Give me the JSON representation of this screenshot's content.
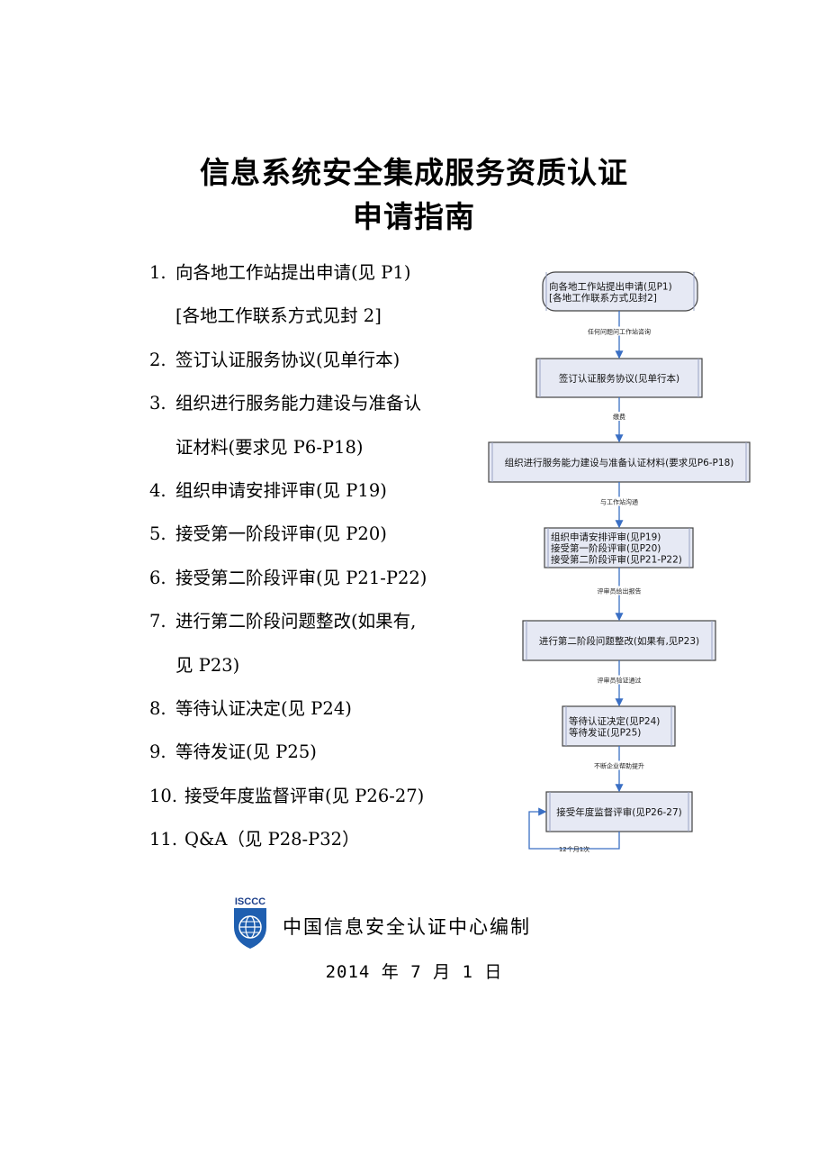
{
  "title": {
    "line1": "信息系统安全集成服务资质认证",
    "line2": "申请指南"
  },
  "steps": [
    {
      "num": "1.",
      "text": "向各地工作站提出申请(见 P1)"
    },
    {
      "cont": "[各地工作联系方式见封 2]"
    },
    {
      "num": "2.",
      "text": "签订认证服务协议(见单行本)"
    },
    {
      "num": "3.",
      "text": "组织进行服务能力建设与准备认"
    },
    {
      "cont": "证材料(要求见 P6-P18)"
    },
    {
      "num": "4.",
      "text": "组织申请安排评审(见 P19)"
    },
    {
      "num": "5.",
      "text": "接受第一阶段评审(见 P20)"
    },
    {
      "num": "6.",
      "text": "接受第二阶段评审(见 P21-P22)"
    },
    {
      "num": "7.",
      "text": "进行第二阶段问题整改(如果有,"
    },
    {
      "cont": "见 P23)"
    },
    {
      "num": "8.",
      "text": "等待认证决定(见 P24)"
    },
    {
      "num": "9.",
      "text": "等待发证(见 P25)"
    },
    {
      "num": "10.",
      "text": "接受年度监督评审(见 P26-27)"
    },
    {
      "num": "11.",
      "text": "Q&A（见 P28-P32）"
    }
  ],
  "flowchart": {
    "boxes": [
      {
        "lines": [
          "向各地工作站提出申请(见P1)",
          "[各地工作联系方式见封2]"
        ]
      },
      {
        "lines": [
          "签订认证服务协议(见单行本)"
        ]
      },
      {
        "lines": [
          "组织进行服务能力建设与准备认证材料(要求见P6-P18)"
        ]
      },
      {
        "lines": [
          "组织申请安排评审(见P19)",
          "接受第一阶段评审(见P20)",
          "接受第二阶段评审(见P21-P22)"
        ]
      },
      {
        "lines": [
          "进行第二阶段问题整改(如果有,见P23)"
        ]
      },
      {
        "lines": [
          "等待认证决定(见P24)",
          "等待发证(见P25)"
        ]
      },
      {
        "lines": [
          "接受年度监督评审(见P26-27)"
        ]
      }
    ],
    "arrow_labels": [
      "任何问题问工作站咨询",
      "缴费",
      "与工作站沟通",
      "评审员给出报告",
      "评审员验证通过",
      "不断企业帮助提升"
    ],
    "loop_label": "12个月1次",
    "colors": {
      "box_fill": "#e6e9f4",
      "line": "#3a6fc4",
      "border": "#444444"
    }
  },
  "footer": {
    "logo_text": "ISCCC",
    "org": "中国信息安全认证中心编制",
    "date": "2014 年 7 月 1 日"
  }
}
